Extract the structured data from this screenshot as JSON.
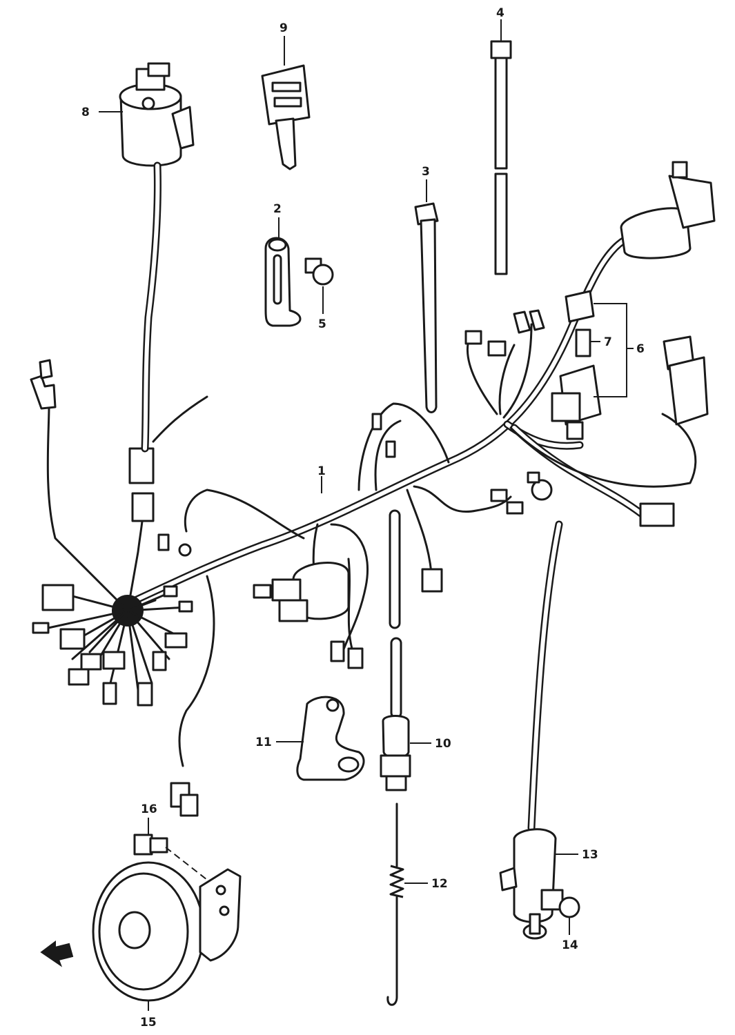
{
  "callouts": [
    {
      "id": "1",
      "label": "1"
    },
    {
      "id": "2",
      "label": "2"
    },
    {
      "id": "3",
      "label": "3"
    },
    {
      "id": "4",
      "label": "4"
    },
    {
      "id": "5",
      "label": "5"
    },
    {
      "id": "6",
      "label": "6"
    },
    {
      "id": "7",
      "label": "7"
    },
    {
      "id": "8",
      "label": "8"
    },
    {
      "id": "9",
      "label": "9"
    },
    {
      "id": "10",
      "label": "10"
    },
    {
      "id": "11",
      "label": "11"
    },
    {
      "id": "12",
      "label": "12"
    },
    {
      "id": "13",
      "label": "13"
    },
    {
      "id": "14",
      "label": "14"
    },
    {
      "id": "15",
      "label": "15"
    },
    {
      "id": "16",
      "label": "16"
    }
  ],
  "colors": {
    "line": "#1a1a1a",
    "background": "#ffffff"
  },
  "icons": {
    "front_direction": "arrow-left-icon"
  }
}
